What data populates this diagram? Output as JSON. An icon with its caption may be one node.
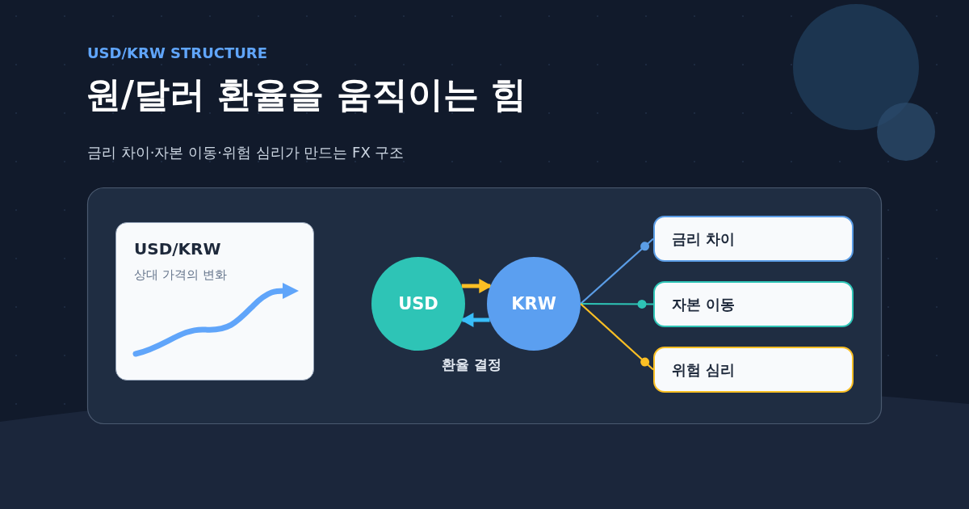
{
  "diagram": {
    "title": "원/달러 환율을 움직이는 힘",
    "nodes": [
      {
        "text": [
          "USD/KRW",
          "상대 가격의 변화"
        ]
      },
      {
        "text": [
          "USD"
        ]
      },
      {
        "text": [
          "KRW"
        ]
      },
      {
        "text": [
          "금리 차이"
        ]
      },
      {
        "text": [
          "자본 이동"
        ]
      },
      {
        "text": [
          "위험 심리"
        ]
      }
    ],
    "edges": [
      {
        "from": 1,
        "to": 2,
        "arrow": "to",
        "style": "thick",
        "color": "#fbbf24"
      },
      {
        "from": 2,
        "to": 1,
        "arrow": "to",
        "style": "thick",
        "color": "#38bdf8"
      },
      {
        "from": 2,
        "to": 3,
        "arrow": "other",
        "color": "#5b9de6"
      },
      {
        "from": 2,
        "to": 4,
        "arrow": "other",
        "color": "#2ec4b6"
      },
      {
        "from": 2,
        "to": 5,
        "arrow": "other",
        "color": "#fbbf24"
      }
    ],
    "labels": [
      "USD/KRW STRUCTURE",
      "금리 차이·자본 이동·위험 심리가 만드는 FX 구조",
      "환율 결정"
    ]
  }
}
